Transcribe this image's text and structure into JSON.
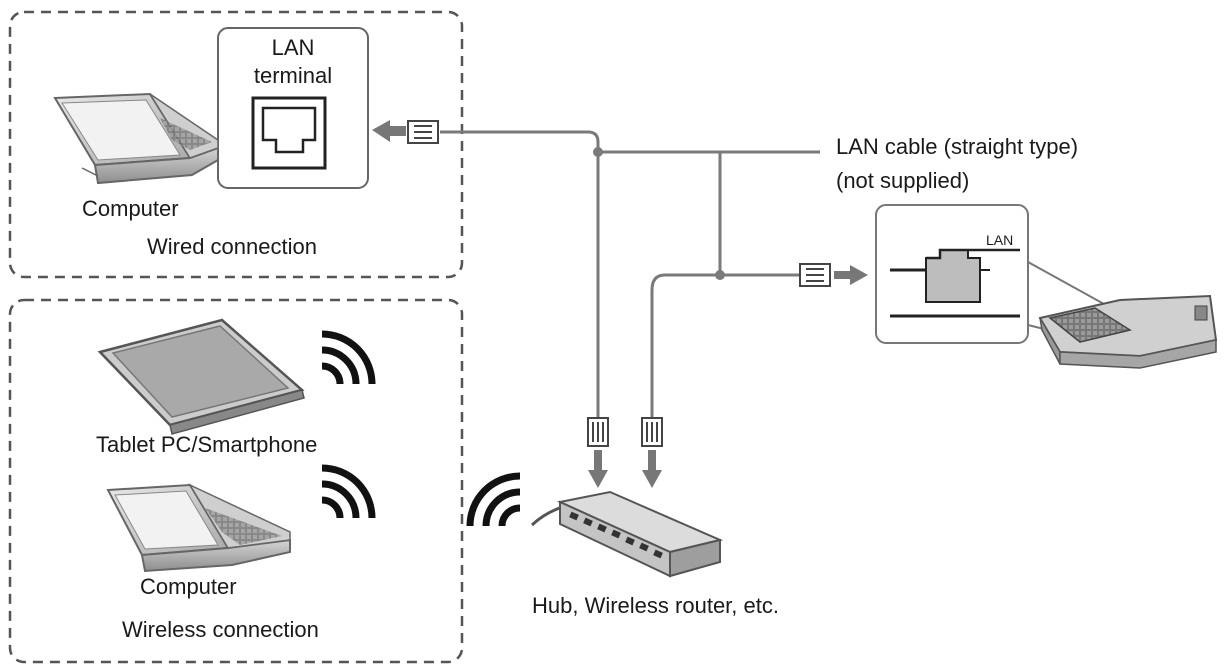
{
  "labels": {
    "lan_terminal_line1": "LAN",
    "lan_terminal_line2": "terminal",
    "computer_wired": "Computer",
    "wired_connection": "Wired connection",
    "lan_cable_line1": "LAN cable (straight type)",
    "lan_cable_line2": "(not supplied)",
    "projector_port": "LAN",
    "tablet": "Tablet PC/Smartphone",
    "computer_wireless": "Computer",
    "wireless_connection": "Wireless connection",
    "hub": "Hub, Wireless router, etc."
  },
  "colors": {
    "line": "#7a7a7a",
    "dash": "#555555",
    "device": "#b8b8b8",
    "device_dark": "#6a6a6a"
  },
  "icons": [
    "laptop-icon",
    "tablet-icon",
    "wifi-signal-icon",
    "router-icon",
    "projector-icon",
    "lan-port-icon",
    "rj45-plug-icon",
    "arrow-icon"
  ]
}
